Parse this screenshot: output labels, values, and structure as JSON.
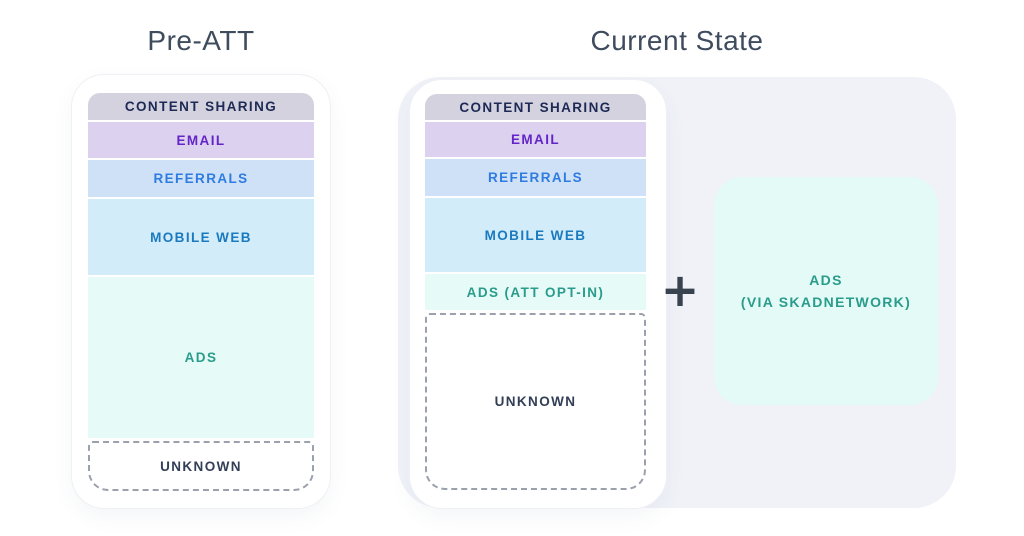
{
  "titles": {
    "pre_att": "Pre-ATT",
    "current_state": "Current State"
  },
  "pre_att_phone": {
    "segments": [
      {
        "name": "content-sharing",
        "label": "CONTENT SHARING",
        "bg": "#d4d2de",
        "text_color": "#1d2a55"
      },
      {
        "name": "email",
        "label": "EMAIL",
        "bg": "#dcd2f0",
        "text_color": "#6325c8"
      },
      {
        "name": "referrals",
        "label": "REFERRALS",
        "bg": "#cfe1f7",
        "text_color": "#2f7ce0"
      },
      {
        "name": "mobile-web",
        "label": "MOBILE WEB",
        "bg": "#d2edf9",
        "text_color": "#1b7abf"
      },
      {
        "name": "ads",
        "label": "ADS",
        "bg": "#e6faf7",
        "text_color": "#2a9c8b"
      },
      {
        "name": "unknown",
        "label": "UNKNOWN",
        "bg": "#ffffff",
        "text_color": "#323e56",
        "border_style": "dashed"
      }
    ]
  },
  "current_state_phone": {
    "segments": [
      {
        "name": "content-sharing",
        "label": "CONTENT SHARING",
        "bg": "#d4d2de",
        "text_color": "#1d2a55"
      },
      {
        "name": "email",
        "label": "EMAIL",
        "bg": "#dcd2f0",
        "text_color": "#6325c8"
      },
      {
        "name": "referrals",
        "label": "REFERRALS",
        "bg": "#cfe1f7",
        "text_color": "#2f7ce0"
      },
      {
        "name": "mobile-web",
        "label": "MOBILE WEB",
        "bg": "#d2edf9",
        "text_color": "#1b7abf"
      },
      {
        "name": "ads-att-opt-in",
        "label": "ADS (ATT OPT-IN)",
        "bg": "#e6faf7",
        "text_color": "#2a9c8b"
      },
      {
        "name": "unknown",
        "label": "UNKNOWN",
        "bg": "#ffffff",
        "text_color": "#323e56",
        "border_style": "dashed"
      }
    ]
  },
  "connector": {
    "plus_symbol": "+",
    "color": "#39424f"
  },
  "skadnetwork_box": {
    "line1": "ADS",
    "line2": "(VIA SKADNETWORK)",
    "bg": "#e3faf6",
    "text_color": "#2a9c8b"
  },
  "theme": {
    "page_bg": "#ffffff",
    "container_bg": "#f0f2f8",
    "phone_bg": "#ffffff",
    "dashed_border_color": "#9aa0ac",
    "title_color": "#3f4c5e"
  }
}
